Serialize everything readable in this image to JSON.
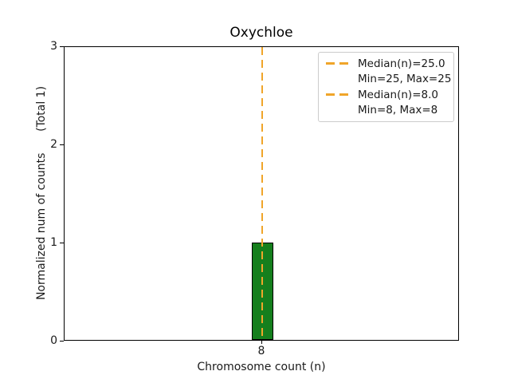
{
  "chart_data": {
    "type": "bar",
    "title": "Oxychloe",
    "xlabel": "Chromosome count (n)",
    "ylabel": "Normalized num of counts      (Total 1)",
    "x_ticks": [
      "8"
    ],
    "y_ticks": [
      "0",
      "1",
      "2",
      "3"
    ],
    "ylim": [
      0,
      3
    ],
    "grid": false,
    "bars": [
      {
        "x": 8,
        "value": 1,
        "color": "#157f1d",
        "edge_color": "#000000"
      }
    ],
    "median_lines": [
      {
        "x": 8,
        "style": "dashed",
        "color": "#f0a52a"
      }
    ],
    "legend": {
      "position": "upper right",
      "accent_color": "#f0a52a",
      "entries": [
        {
          "label": "Median(n)=25.0",
          "sublabel": "Min=25, Max=25"
        },
        {
          "label": "Median(n)=8.0",
          "sublabel": "Min=8, Max=8"
        }
      ]
    }
  }
}
